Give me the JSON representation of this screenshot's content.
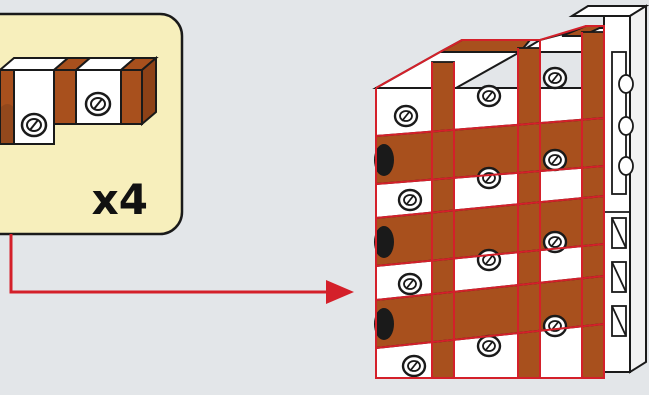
{
  "callout": {
    "quantity_label": "x4"
  },
  "colors": {
    "background": "#e3e6e9",
    "callout_fill": "#f7efbc",
    "callout_border": "#1a1a1a",
    "arrow": "#d4202a",
    "highlight_outline": "#d4202a",
    "brick_brown": "#a8501d",
    "brick_white": "#ffffff",
    "outline": "#1a1a1a"
  },
  "icons": {
    "stud_icon": "stud-hole",
    "arrow_icon": "red-elbow-arrow"
  }
}
